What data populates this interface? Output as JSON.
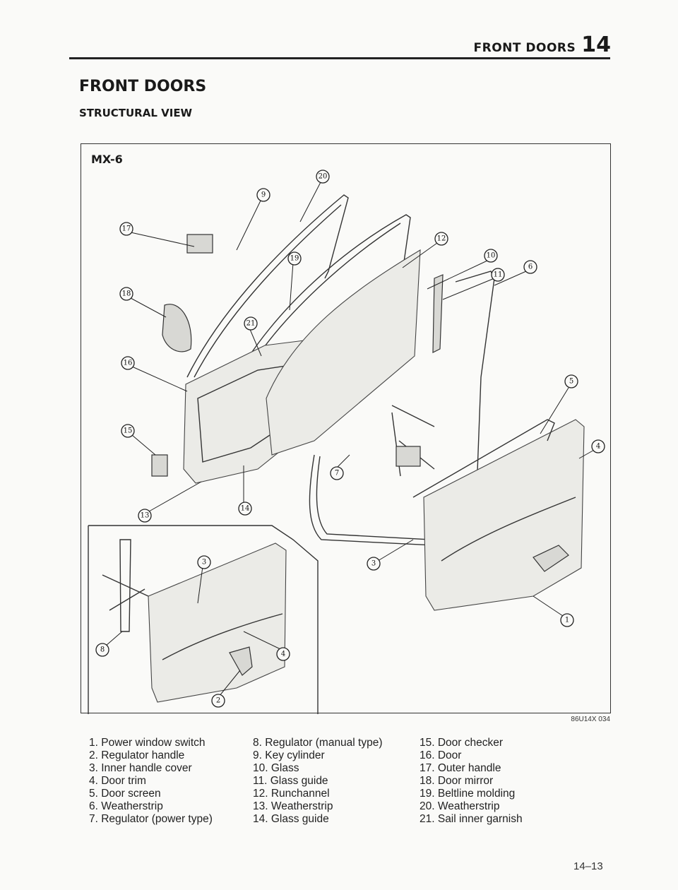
{
  "header": {
    "section": "FRONT DOORS",
    "number": "14"
  },
  "title": "FRONT DOORS",
  "subtitle": "STRUCTURAL VIEW",
  "figure": {
    "model": "MX-6",
    "code": "86U14X 034",
    "callouts": [
      "20",
      "9",
      "17",
      "12",
      "10",
      "11",
      "19",
      "6",
      "18",
      "21",
      "16",
      "5",
      "15",
      "4",
      "7",
      "13",
      "14",
      "3",
      "3",
      "8",
      "4",
      "2",
      "1"
    ]
  },
  "legend": {
    "col1": [
      "1. Power window switch",
      "2. Regulator handle",
      "3. Inner handle cover",
      "4. Door trim",
      "5. Door screen",
      "6. Weatherstrip",
      "7. Regulator (power type)"
    ],
    "col2": [
      "8. Regulator (manual type)",
      "9. Key cylinder",
      "10. Glass",
      "11. Glass guide",
      "12. Runchannel",
      "13. Weatherstrip",
      "14. Glass guide"
    ],
    "col3": [
      "15. Door checker",
      "16. Door",
      "17. Outer handle",
      "18. Door mirror",
      "19. Beltline molding",
      "20. Weatherstrip",
      "21. Sail inner garnish"
    ]
  },
  "page_number": "14–13"
}
